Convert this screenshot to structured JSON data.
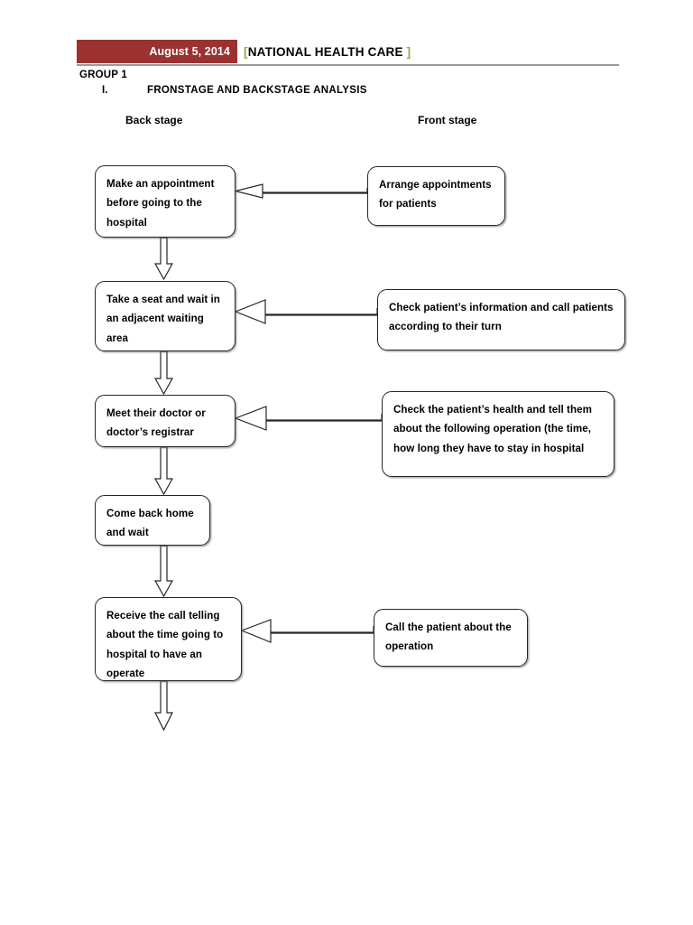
{
  "header": {
    "date": "August 5, 2014",
    "bracket_open": "[",
    "title": "NATIONAL HEALTH CARE",
    "bracket_close": "]",
    "band_color": "#9c3131",
    "bracket_color": "#9aa04a",
    "rule_color": "#9a9a9a"
  },
  "document": {
    "group_label": "GROUP 1",
    "section_number": "I.",
    "section_heading": "FRONSTAGE AND BACKSTAGE  ANALYSIS"
  },
  "columns": {
    "back_stage_label": "Back stage",
    "front_stage_label": "Front stage"
  },
  "diagram": {
    "type": "flowchart",
    "back_stage_steps": [
      {
        "id": "l1",
        "text": "Make an appointment before going to the hospital"
      },
      {
        "id": "l2",
        "text": "Take a seat and wait in an adjacent waiting area"
      },
      {
        "id": "l3",
        "text": "Meet their doctor or doctor’s registrar"
      },
      {
        "id": "l4",
        "text": "Come back home and wait"
      },
      {
        "id": "l5",
        "text": "Receive the call telling about the time going to hospital to have an operate"
      }
    ],
    "front_stage_steps": [
      {
        "id": "r1",
        "text": "Arrange appointments for patients"
      },
      {
        "id": "r2",
        "text": "Check patient’s information and call patients according to their turn"
      },
      {
        "id": "r3",
        "text": "Check the patient’s health and tell them about the following operation (the time, how long they have to stay in hospital"
      },
      {
        "id": "r5",
        "text": "Call the patient about the operation"
      }
    ],
    "vertical_flow": [
      "l1 → l2",
      "l2 → l3",
      "l3 → l4",
      "l4 → l5",
      "l5 → (end)"
    ],
    "horizontal_flow": [
      "r1 → l1",
      "r2 → l2",
      "r3 → l3",
      "r5 → l5"
    ]
  }
}
